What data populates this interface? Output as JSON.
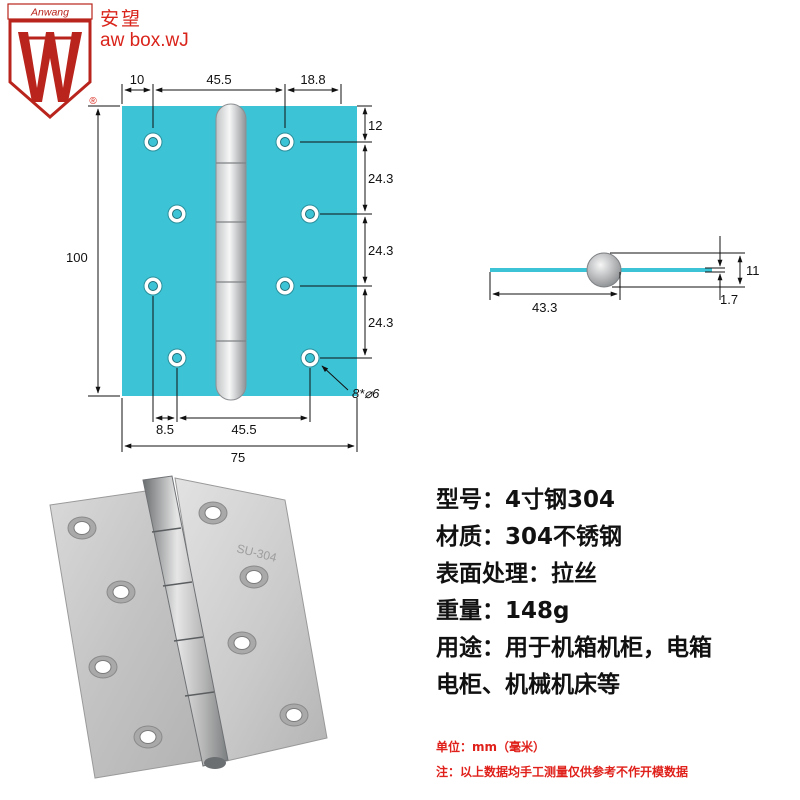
{
  "brand": {
    "logo_text": "Anwang",
    "name_cn": "安望",
    "url": "aw box.wJ",
    "registered_mark": "®"
  },
  "front_view": {
    "dims": {
      "top_left": "10",
      "top_center": "45.5",
      "top_right": "18.8",
      "right_first": "12",
      "right_pitch_1": "24.3",
      "right_pitch_2": "24.3",
      "right_pitch_3": "24.3",
      "height": "100",
      "bottom_left": "8.5",
      "bottom_center": "45.5",
      "width": "75",
      "holes": "8*⌀6"
    }
  },
  "side_view": {
    "dims": {
      "length": "43.3",
      "knuckle": "11",
      "thickness": "1.7"
    }
  },
  "photo": {
    "engraving": "SU-304"
  },
  "specs": [
    "型号：4寸钢304",
    "材质：304不锈钢",
    "表面处理：拉丝",
    "重量：148g",
    "用途：用于机箱机柜，电箱",
    "电柜、机械机床等"
  ],
  "notes": {
    "unit": "单位：mm（毫米）",
    "disclaimer": "注：以上数据均手工测量仅供参考不作开模数据"
  },
  "colors": {
    "plate": "#3cc4d6",
    "brand_red": "#d9241b",
    "note_red": "#e0201a",
    "steel": "#c9c9c9"
  }
}
